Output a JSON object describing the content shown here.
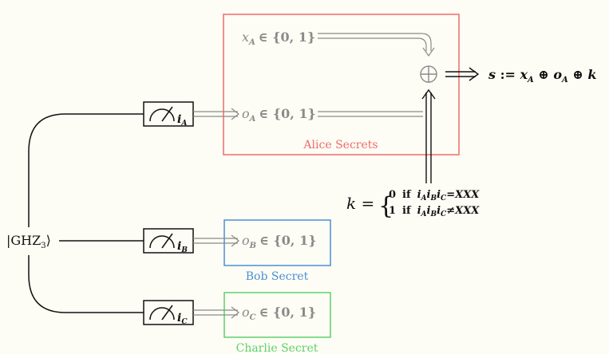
{
  "colors": {
    "alice": "#ef6b6b",
    "bob": "#4a8fd8",
    "charlie": "#5fd06b",
    "gray_text": "#8a8a8a",
    "background": "#fdfdf5"
  },
  "state": {
    "label": "|GHZ",
    "subscript": "3",
    "close": "⟩"
  },
  "measurements": [
    {
      "var": "i",
      "sub": "A"
    },
    {
      "var": "i",
      "sub": "B"
    },
    {
      "var": "i",
      "sub": "C"
    }
  ],
  "alice": {
    "title": "Alice Secrets",
    "x_var": "x",
    "x_sub": "A",
    "o_var": "o",
    "o_sub": "A",
    "set": "∈ {0, 1}"
  },
  "bob": {
    "title": "Bob Secret",
    "o_var": "o",
    "o_sub": "B",
    "set": "∈ {0, 1}"
  },
  "charlie": {
    "title": "Charlie Secret",
    "o_var": "o",
    "o_sub": "C",
    "set": "∈ {0, 1}"
  },
  "xor_symbol": "⊕",
  "output": {
    "lhs": "s",
    "assign": " := ",
    "x": "x",
    "x_sub": "A",
    "op1": " ⊕ ",
    "o": "o",
    "o_sub": "A",
    "op2": " ⊕ ",
    "k": "k"
  },
  "key": {
    "lhs": "k",
    "eq": " =",
    "brace": "{",
    "case1_value": "0",
    "case1_if": "if",
    "case1_cond_rel": "=",
    "case1_rhs": "XXX",
    "case2_value": "1",
    "case2_if": "if",
    "case2_cond_rel": "≠",
    "case2_rhs": "XXX",
    "cond_i": "i",
    "cond_subs": [
      "A",
      "B",
      "C"
    ]
  }
}
